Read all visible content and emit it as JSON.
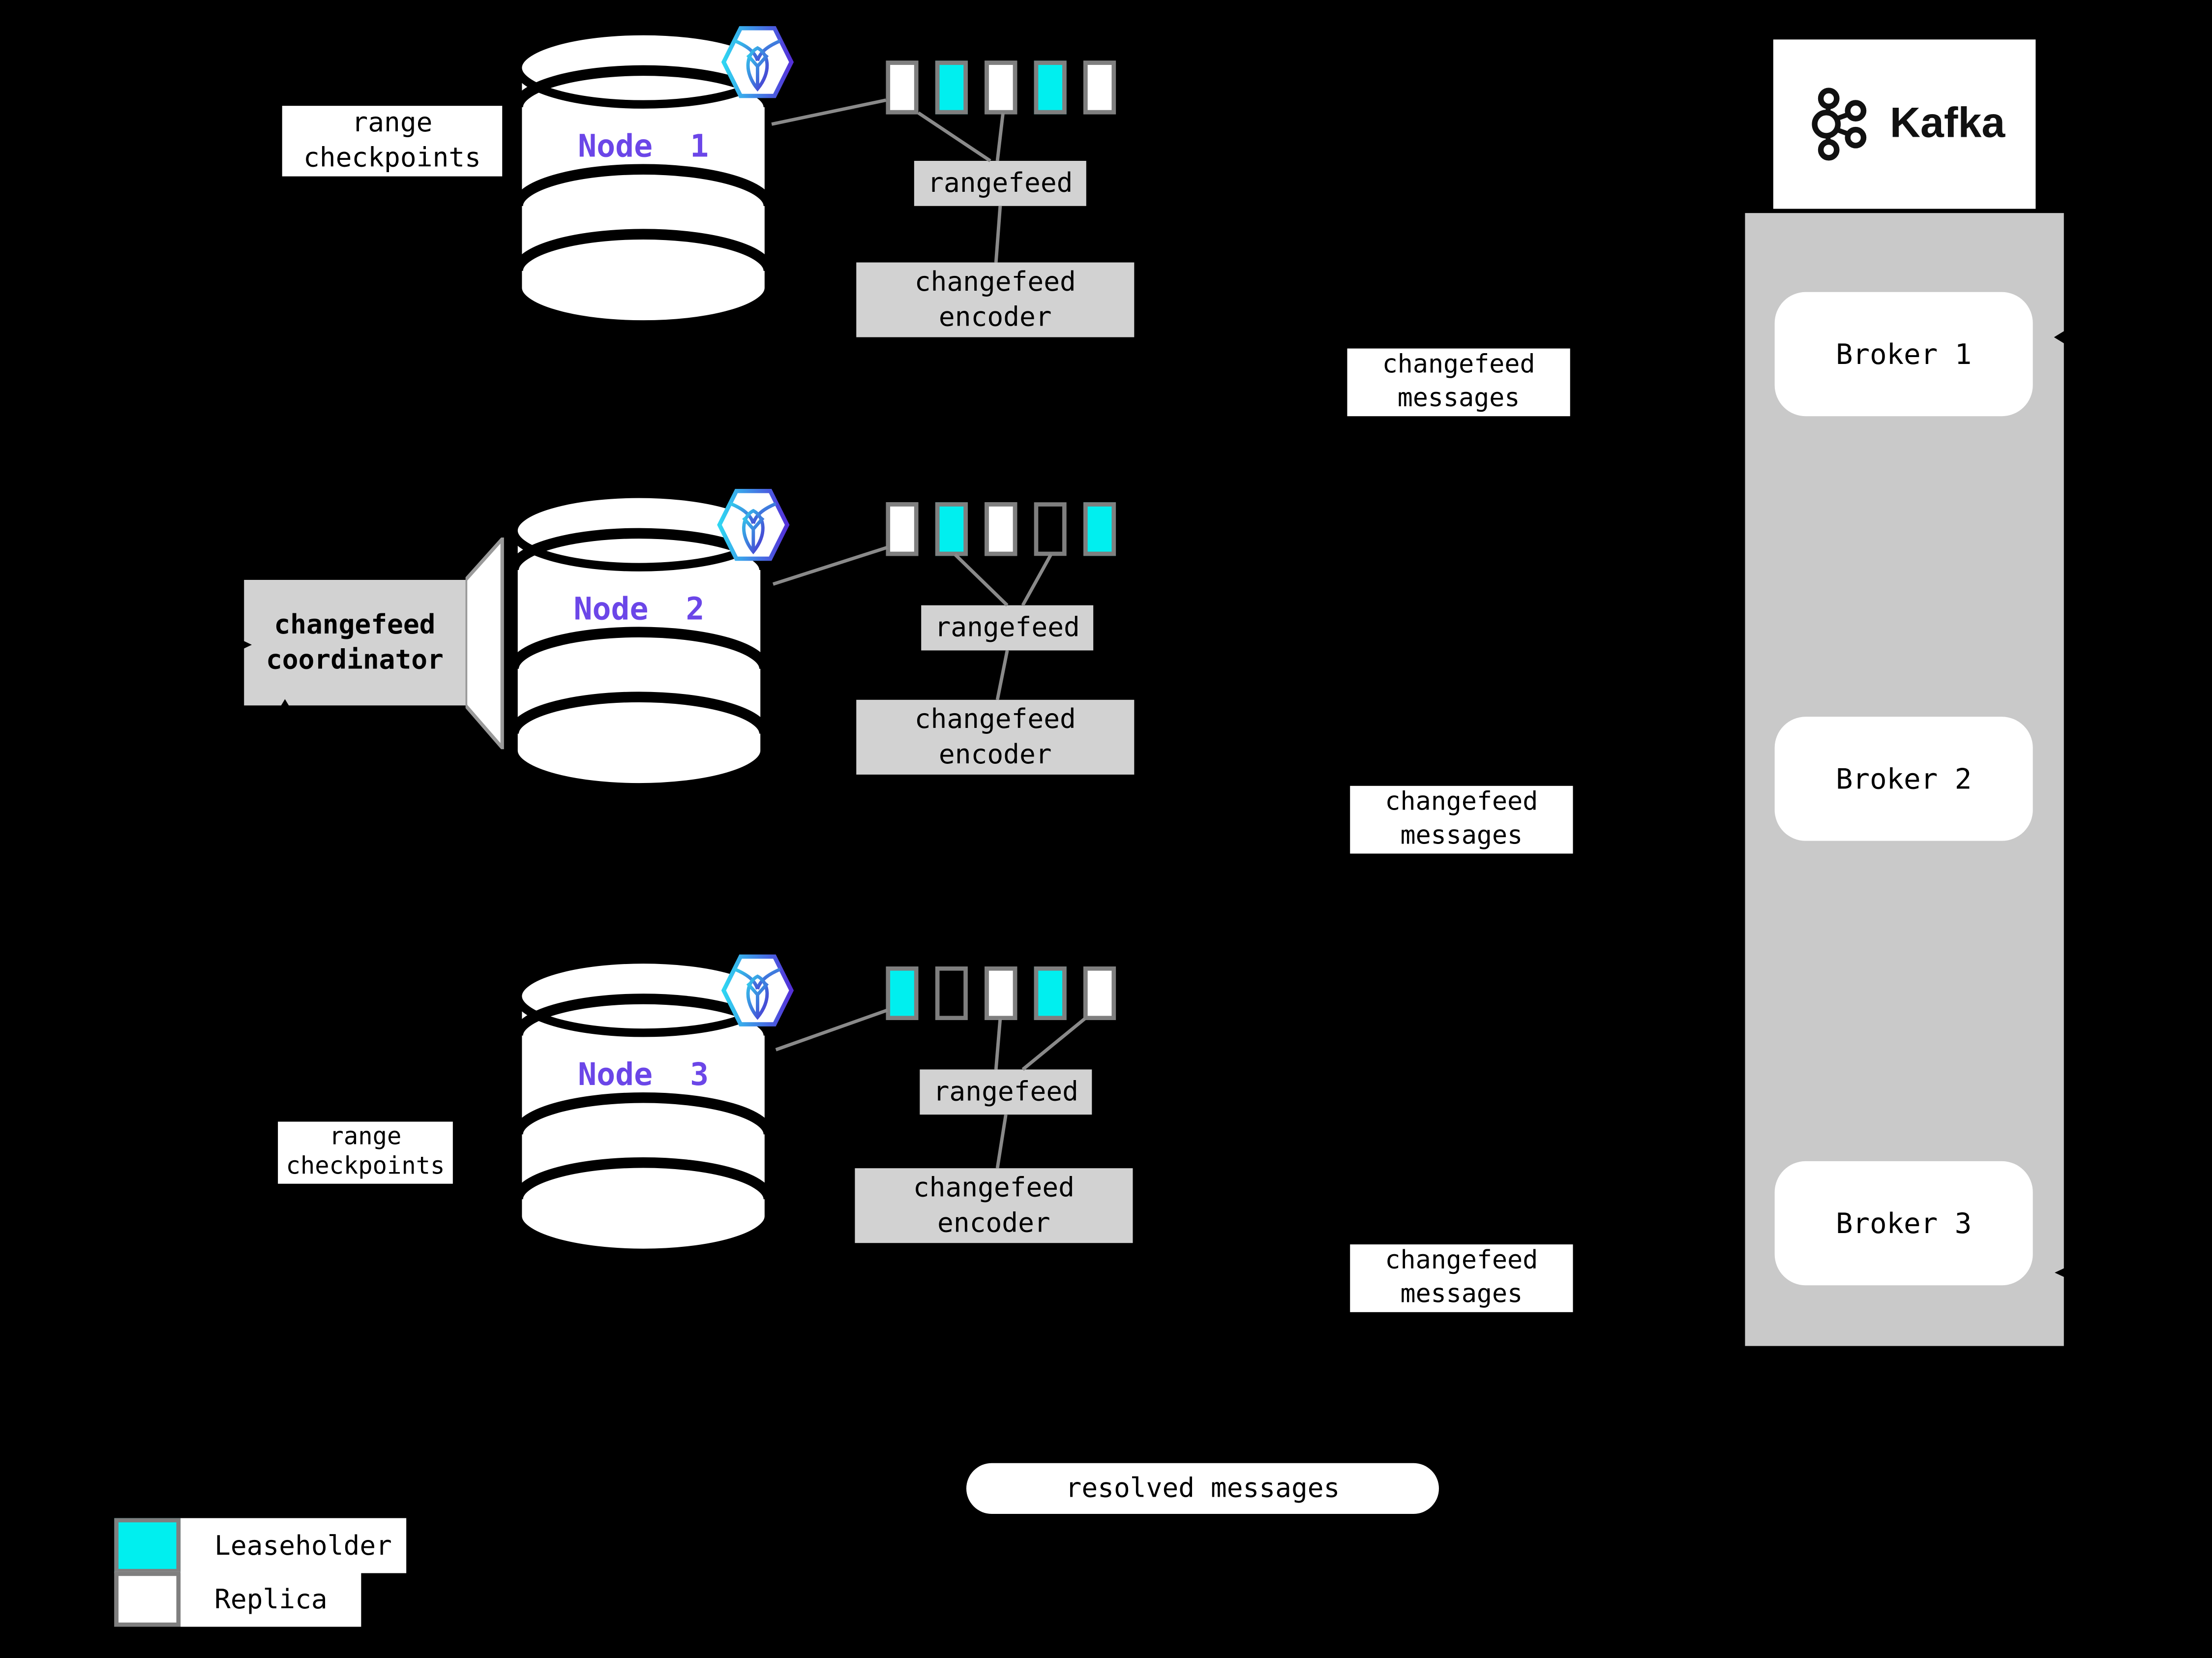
{
  "colors": {
    "leaseholder": "#00efef",
    "replica": "#ffffff",
    "none": "transparent",
    "accent_purple": "#6b46e8",
    "box_gray": "#d2d2d2",
    "container_gray": "#c9c9c9",
    "border_gray": "#7f7f7f",
    "line_gray": "#8a8a8a"
  },
  "node_groups": [
    {
      "node_label": "Node  1",
      "checkpoint_label": "range\ncheckpoints",
      "ranges": [
        "replica",
        "leaseholder",
        "replica",
        "leaseholder",
        "replica"
      ],
      "rangefeed_label": "rangefeed",
      "encoder_label": "changefeed\nencoder",
      "messages_label": "changefeed\nmessages",
      "badge_icon": "cockroachdb-logo"
    },
    {
      "node_label": "Node  2",
      "coordinator_label": "changefeed\ncoordinator",
      "ranges": [
        "replica",
        "leaseholder",
        "replica",
        "none",
        "leaseholder"
      ],
      "rangefeed_label": "rangefeed",
      "encoder_label": "changefeed\nencoder",
      "messages_label": "changefeed\nmessages",
      "badge_icon": "cockroachdb-logo"
    },
    {
      "node_label": "Node  3",
      "checkpoint_label": "range\ncheckpoints",
      "ranges": [
        "leaseholder",
        "none",
        "replica",
        "leaseholder",
        "replica"
      ],
      "rangefeed_label": "rangefeed",
      "encoder_label": "changefeed\nencoder",
      "messages_label": "changefeed\nmessages",
      "badge_icon": "cockroachdb-logo"
    }
  ],
  "kafka": {
    "wordmark": "Kafka",
    "logo_icon": "kafka-logo",
    "brokers": [
      {
        "label": "Broker 1"
      },
      {
        "label": "Broker 2"
      },
      {
        "label": "Broker 3"
      }
    ]
  },
  "resolved_label": "resolved messages",
  "legend": {
    "items": [
      {
        "label": "Leaseholder",
        "kind": "leaseholder"
      },
      {
        "label": "Replica",
        "kind": "replica"
      }
    ]
  }
}
